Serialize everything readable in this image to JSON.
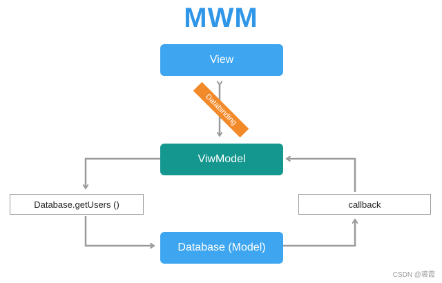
{
  "title": "MWM",
  "nodes": {
    "view": "View",
    "viewmodel": "ViwModel",
    "model": "Database (Model)",
    "get_users": "Database.getUsers ()",
    "callback": "callback"
  },
  "edge_label": "Databinding",
  "watermark": "CSDN @裘霞",
  "colors": {
    "title": "#2f96e8",
    "view_box": "#3ea6f0",
    "viewmodel_box": "#14978e",
    "model_box": "#3ea6f0",
    "ribbon": "#f28a2a",
    "arrow": "#9a9a9a"
  }
}
